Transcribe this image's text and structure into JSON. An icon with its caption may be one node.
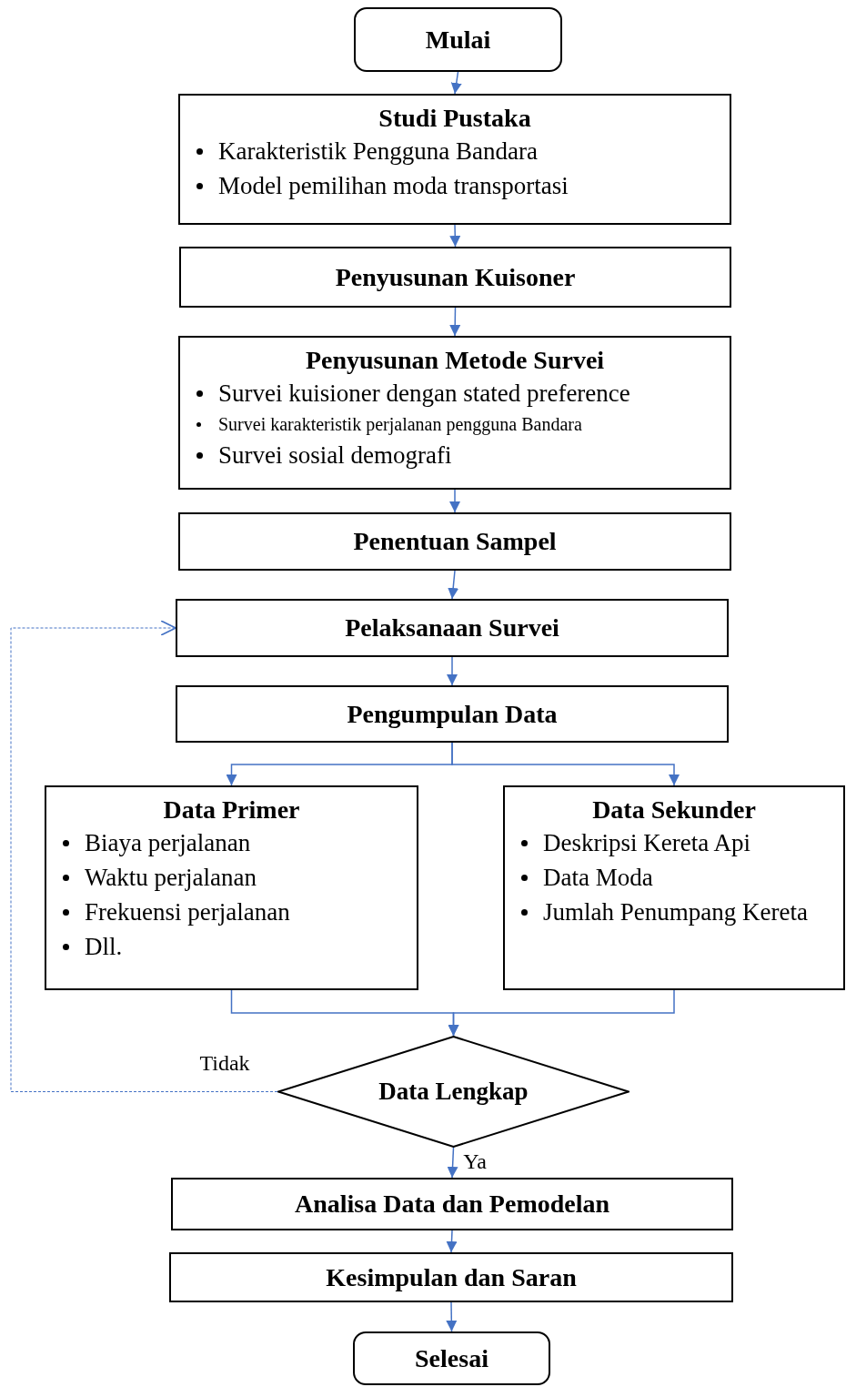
{
  "diagram": {
    "nodes": [
      {
        "text": [
          "Mulai"
        ]
      },
      {
        "text": [
          "Studi Pustaka",
          "Karakteristik Pengguna Bandara",
          "Model pemilihan moda transportasi"
        ]
      },
      {
        "text": [
          "Penyusunan Kuisoner"
        ]
      },
      {
        "text": [
          "Penyusunan Metode Survei",
          "Survei kuisioner dengan stated preference",
          "Survei karakteristik perjalanan pengguna Bandara",
          "Survei sosial demografi"
        ]
      },
      {
        "text": [
          "Penentuan Sampel"
        ]
      },
      {
        "text": [
          "Pelaksanaan Survei"
        ]
      },
      {
        "text": [
          "Pengumpulan Data"
        ]
      },
      {
        "text": [
          "Data Primer",
          "Biaya perjalanan",
          "Waktu perjalanan",
          "Frekuensi perjalanan",
          "Dll."
        ]
      },
      {
        "text": [
          "Data Sekunder",
          "Deskripsi Kereta Api",
          "Data Moda",
          "Jumlah Penumpang Kereta"
        ]
      },
      {
        "text": [
          "Data Lengkap"
        ]
      },
      {
        "text": [
          "Analisa Data dan Pemodelan"
        ]
      },
      {
        "text": [
          "Kesimpulan dan Saran"
        ]
      },
      {
        "text": [
          "Selesai"
        ]
      }
    ],
    "edges": [
      {
        "from": 0,
        "to": 1,
        "arrow": "to"
      },
      {
        "from": 1,
        "to": 2,
        "arrow": "to"
      },
      {
        "from": 2,
        "to": 3,
        "arrow": "to"
      },
      {
        "from": 3,
        "to": 4,
        "arrow": "to"
      },
      {
        "from": 4,
        "to": 5,
        "arrow": "to"
      },
      {
        "from": 5,
        "to": 6,
        "arrow": "to"
      },
      {
        "from": 6,
        "to": 7,
        "arrow": "to"
      },
      {
        "from": 6,
        "to": 8,
        "arrow": "to"
      },
      {
        "from": 7,
        "to": 9,
        "arrow": "to"
      },
      {
        "from": 8,
        "to": 9,
        "arrow": "to"
      },
      {
        "from": 9,
        "to": 5,
        "arrow": "to",
        "label": "Tidak",
        "style": "dashed"
      },
      {
        "from": 9,
        "to": 10,
        "arrow": "to",
        "label": "Ya"
      },
      {
        "from": 10,
        "to": 11,
        "arrow": "to"
      },
      {
        "from": 11,
        "to": 12,
        "arrow": "to"
      }
    ]
  }
}
